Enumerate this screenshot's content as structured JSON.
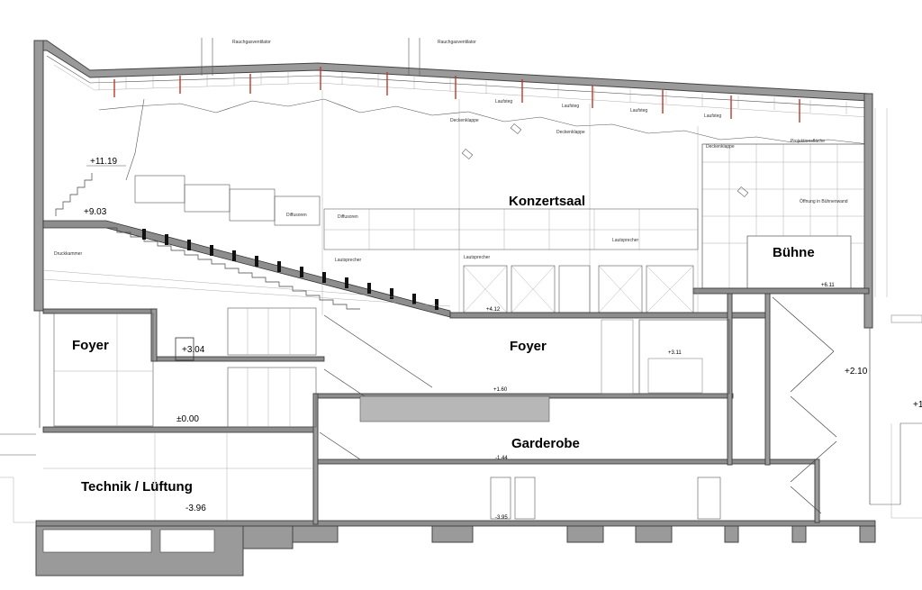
{
  "rooms": {
    "konzertsaal": "Konzertsaal",
    "buehne": "Bühne",
    "foyer_left": "Foyer",
    "foyer_center": "Foyer",
    "garderobe": "Garderobe",
    "technik": "Technik / Lüftung"
  },
  "levels": {
    "l_11_19": "+11.19",
    "l_9_03": "+9.03",
    "l_3_04": "+3.04",
    "l_0_00": "±0.00",
    "l_m3_96": "-3.96",
    "l_2_10": "+2.10",
    "l_6_11": "+6.11",
    "l_4_12": "+4.12",
    "l_3_11": "+3.11",
    "l_1_60": "+1.60",
    "l_m1_44": "-1.44",
    "l_m3_95": "-3.95",
    "l_right_edge": "+1"
  },
  "small_labels": {
    "rauchgas_1": "Rauchgasventilator",
    "rauchgas_2": "Rauchgasventilator",
    "laufsteg_1": "Laufsteg",
    "laufsteg_2": "Laufsteg",
    "laufsteg_3": "Laufsteg",
    "laufsteg_4": "Laufsteg",
    "deckenklappe_1": "Deckenklappe",
    "deckenklappe_2": "Deckenklappe",
    "deckenklappe_3": "Deckenklappe",
    "diffusoren_1": "Diffusoren",
    "diffusoren_2": "Diffusoren",
    "lautsprecher_1": "Lautsprecher",
    "lautsprecher_2": "Lautsprecher",
    "lautsprecher_3": "Lautsprecher",
    "druckkammer": "Druckkammer",
    "projektionsflaeche": "Projektionsfläche",
    "oeffnung": "Öffnung in Bühnenwand"
  }
}
